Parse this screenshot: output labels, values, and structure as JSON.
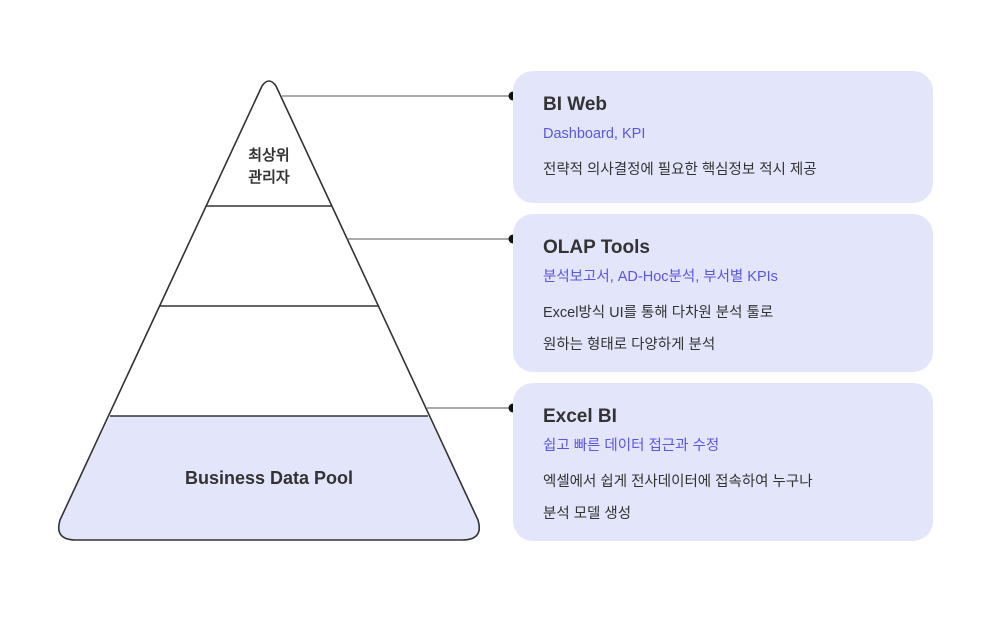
{
  "pyramid": {
    "top_label": [
      "최상위",
      "관리자"
    ],
    "base_label": "Business Data Pool"
  },
  "cards": [
    {
      "title": "BI Web",
      "subtitle": "Dashboard, KPI",
      "description": [
        "전략적 의사결정에 필요한 핵심정보 적시 제공"
      ]
    },
    {
      "title": "OLAP Tools",
      "subtitle": "분석보고서, AD-Hoc분석, 부서별 KPIs",
      "description": [
        "Excel방식 UI를 통해 다차원 분석 툴로",
        "원하는 형태로 다양하게 분석"
      ]
    },
    {
      "title": "Excel BI",
      "subtitle": "쉽고 빠른 데이터 접근과 수정",
      "description": [
        "엑셀에서 쉽게 전사데이터에 접속하여 누구나",
        "분석 모델 생성"
      ]
    }
  ],
  "colors": {
    "card_bg": "#e3e6fb",
    "accent": "#5b55e0",
    "stroke": "#333333",
    "base_fill": "#e3e6fb"
  }
}
